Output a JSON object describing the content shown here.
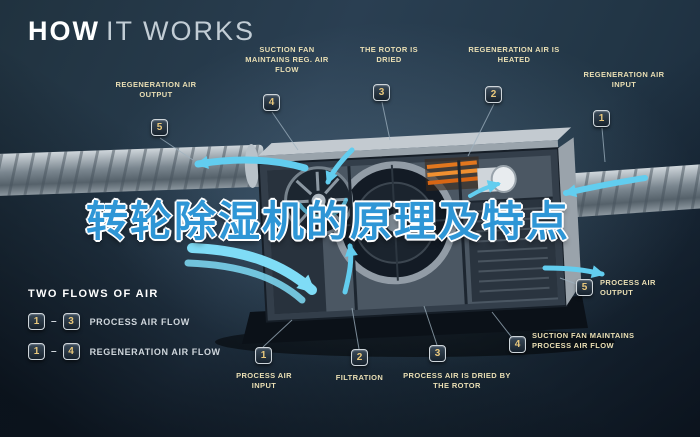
{
  "title": {
    "bold": "HOW",
    "light": "IT WORKS"
  },
  "overlay_title": "转轮除湿机的原理及特点",
  "callouts": [
    {
      "label": "REGENERATION AIR OUTPUT",
      "number": "5"
    },
    {
      "label": "SUCTION FAN MAINTAINS REG. AIR FLOW",
      "number": "4"
    },
    {
      "label": "THE ROTOR IS DRIED",
      "number": "3"
    },
    {
      "label": "REGENERATION AIR IS HEATED",
      "number": "2"
    },
    {
      "label": "REGENERATION AIR INPUT",
      "number": "1"
    },
    {
      "label": "PROCESS AIR OUTPUT",
      "number": "5"
    },
    {
      "label": "SUCTION FAN MAINTAINS PROCESS AIR FLOW",
      "number": "4"
    },
    {
      "label": "PROCESS AIR INPUT",
      "number": "1"
    },
    {
      "label": "FILTRATION",
      "number": "2"
    },
    {
      "label": "PROCESS AIR IS DRIED BY THE ROTOR",
      "number": "3"
    }
  ],
  "legend": {
    "heading": "TWO FLOWS OF AIR",
    "separator": "–",
    "rows": [
      {
        "from": "1",
        "to": "3",
        "label": "PROCESS AIR FLOW"
      },
      {
        "from": "1",
        "to": "4",
        "label": "REGENERATION AIR FLOW"
      }
    ]
  },
  "colors": {
    "accent_cyan": "#6fd4f2",
    "badge_number": "#e9c87c",
    "label_text": "#eadfb4",
    "overlay_blue": "#2e96d6"
  }
}
